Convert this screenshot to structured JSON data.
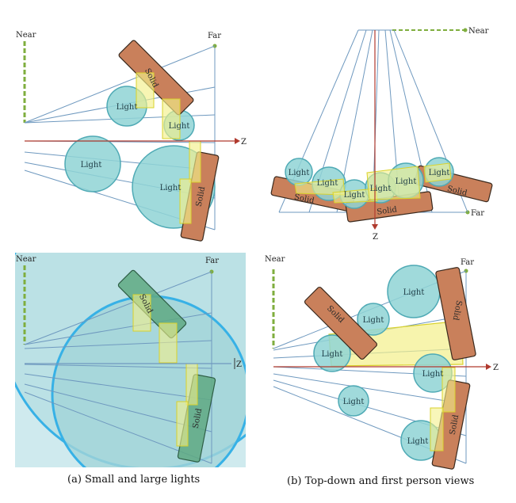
{
  "labels": {
    "near": "Near",
    "far": "Far",
    "z_axis": "Z",
    "light": "Light",
    "solid": "Solid"
  },
  "captions": {
    "a": "(a) Small and large lights",
    "b": "(b) Top-down and first person views"
  },
  "colors": {
    "frustum": "#6f99bf",
    "axis": "#b03a2e",
    "near_far": "#7fae3e",
    "light_fill": "#8fd3d5",
    "light_stroke": "#4faab5",
    "solid_fill": "#c9805b",
    "solid_stroke": "#3a2a1e",
    "solid_green": "#5fa983",
    "highlight": "#f3f08a",
    "highlight_stroke": "#d9d22b",
    "big_light_fill": "#b8e0e3",
    "big_light_stroke": "#37b1e6"
  }
}
